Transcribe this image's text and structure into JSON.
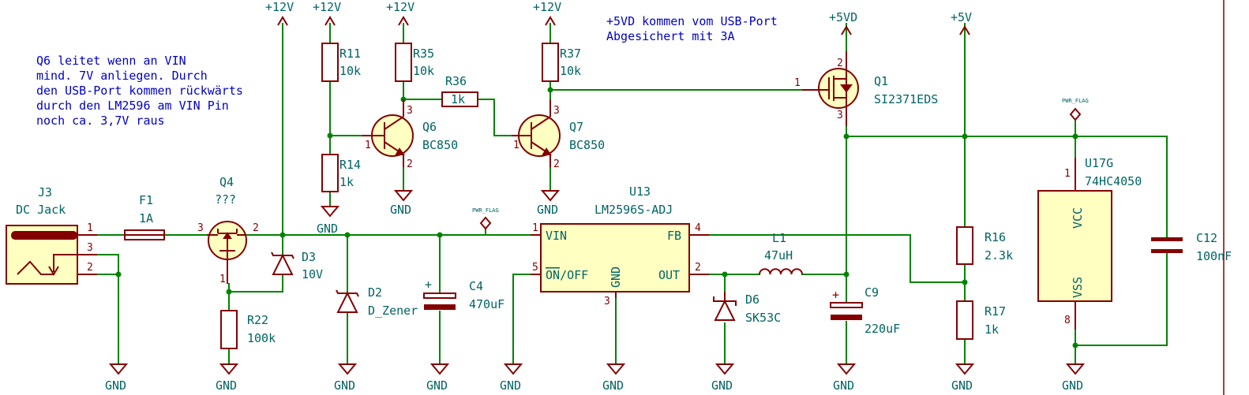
{
  "notes": {
    "q6_lines": [
      "Q6 leitet wenn an VIN",
      "mind. 7V anliegen. Durch",
      "den USB-Port kommen rückwärts",
      "durch den LM2596 am VIN Pin",
      "noch ca. 3,7V raus"
    ],
    "usb_lines": [
      "+5VD kommen vom USB-Port",
      "Abgesichert mit 3A"
    ]
  },
  "power": {
    "p12": "+12V",
    "p5vd": "+5VD",
    "p5v": "+5V",
    "gnd": "GND",
    "flag": "PWR_FLAG"
  },
  "components": {
    "J3": {
      "ref": "J3",
      "value": "DC Jack"
    },
    "F1": {
      "ref": "F1",
      "value": "1A"
    },
    "Q4": {
      "ref": "Q4",
      "value": "???"
    },
    "D3": {
      "ref": "D3",
      "value": "10V"
    },
    "R22": {
      "ref": "R22",
      "value": "100k"
    },
    "R11": {
      "ref": "R11",
      "value": "10k"
    },
    "R14": {
      "ref": "R14",
      "value": "1k"
    },
    "R35": {
      "ref": "R35",
      "value": "10k"
    },
    "R36": {
      "ref": "R36",
      "value": "1k"
    },
    "Q6": {
      "ref": "Q6",
      "value": "BC850"
    },
    "R37": {
      "ref": "R37",
      "value": "10k"
    },
    "Q7": {
      "ref": "Q7",
      "value": "BC850"
    },
    "D2": {
      "ref": "D2",
      "value": "D_Zener"
    },
    "C4": {
      "ref": "C4",
      "value": "470uF"
    },
    "U13": {
      "ref": "U13",
      "value": "LM2596S-ADJ",
      "pin_vin": "VIN",
      "pin_fb": "FB",
      "pin_out": "OUT",
      "pin_gnd": "GND",
      "pin_onoff_bar": "ON",
      "pin_onoff_rest": "/OFF"
    },
    "L1": {
      "ref": "L1",
      "value": "47uH"
    },
    "D6": {
      "ref": "D6",
      "value": "SK53C"
    },
    "C9": {
      "ref": "C9",
      "value": "220uF"
    },
    "Q1": {
      "ref": "Q1",
      "value": "SI2371EDS"
    },
    "R16": {
      "ref": "R16",
      "value": "2.3k"
    },
    "R17": {
      "ref": "R17",
      "value": "1k"
    },
    "U17": {
      "ref": "U17G",
      "value": "74HC4050",
      "pin_vcc": "VCC",
      "pin_vss": "VSS"
    },
    "C12": {
      "ref": "C12",
      "value": "100nF"
    }
  },
  "pin_numbers": {
    "j3_1": "1",
    "j3_3": "3",
    "j3_2": "2",
    "q4_3": "3",
    "q4_2": "2",
    "q4_1": "1",
    "q6_1": "1",
    "q6_3": "3",
    "q6_2": "2",
    "q7_1": "1",
    "q7_3": "3",
    "q7_2": "2",
    "q1_1": "1",
    "q1_2": "2",
    "q1_3": "3",
    "u13_1": "1",
    "u13_4": "4",
    "u13_5": "5",
    "u13_2": "2",
    "u13_3": "3",
    "u17_1": "1",
    "u17_8": "8"
  }
}
